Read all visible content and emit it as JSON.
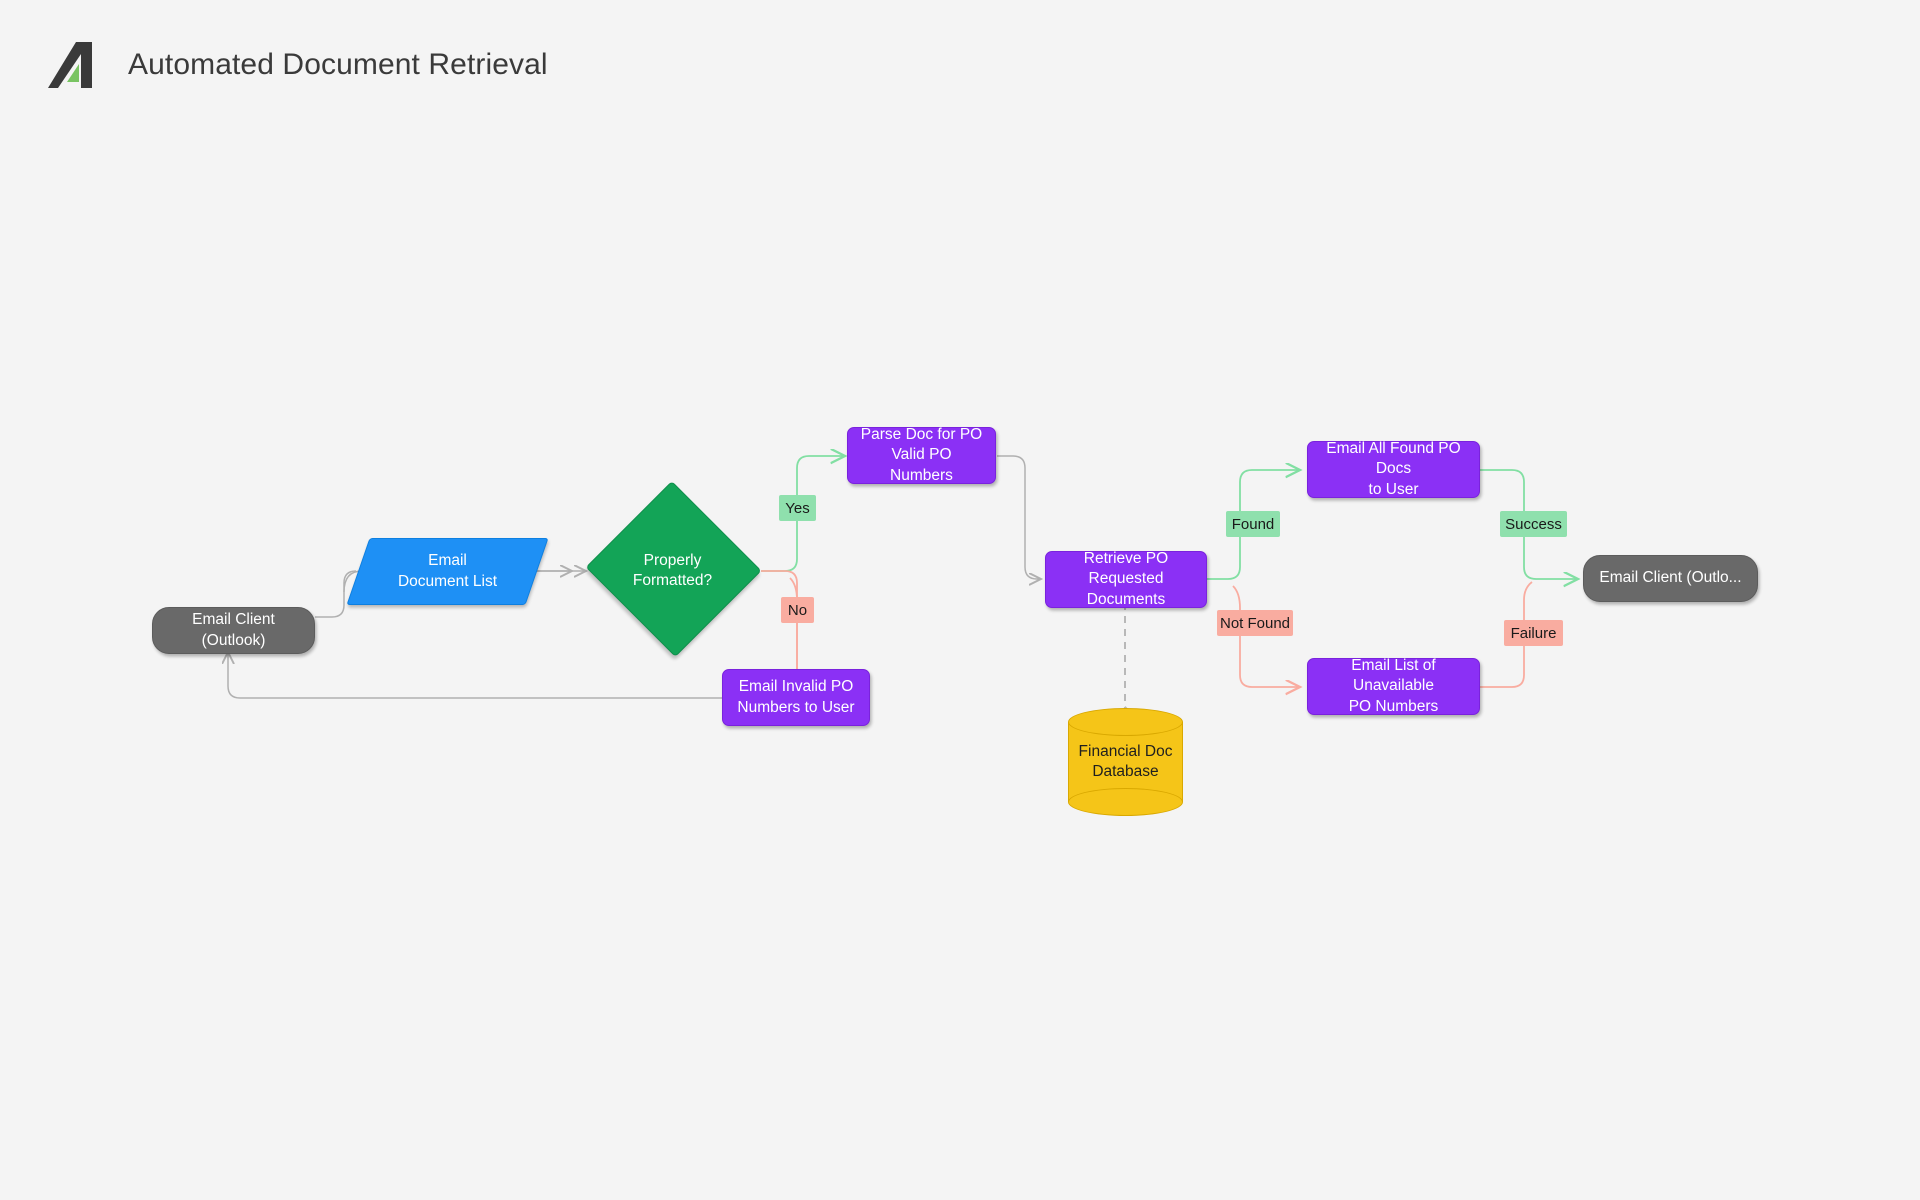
{
  "header": {
    "title": "Automated Document Retrieval",
    "logo_name": "arrowhead-logo",
    "logo_colors": {
      "dark": "#3a3a3a",
      "green": "#79c462"
    }
  },
  "palette": {
    "background": "#f4f4f4",
    "terminal": "#696969",
    "process": "#8b30f5",
    "io": "#1e90f5",
    "decision": "#13a457",
    "database": "#f5c518",
    "edge_default": "#b0b0b0",
    "edge_success": "#82dfa3",
    "edge_failure": "#f9aca0",
    "label_yes_bg": "#8fe0ad",
    "label_no_bg": "#f9aca0"
  },
  "diagram": {
    "type": "flowchart",
    "nodes": [
      {
        "id": "start-email-client",
        "label": "Email Client (Outlook)",
        "shape": "terminal"
      },
      {
        "id": "email-document-list",
        "label": "Email\nDocument List",
        "shape": "io"
      },
      {
        "id": "properly-formatted",
        "label": "Properly\nFormatted?",
        "shape": "decision"
      },
      {
        "id": "parse-doc-po",
        "label": "Parse Doc for PO\nValid PO Numbers",
        "shape": "process"
      },
      {
        "id": "email-invalid-po",
        "label": "Email Invalid PO\nNumbers to User",
        "shape": "process"
      },
      {
        "id": "retrieve-po-documents",
        "label": "Retrieve PO Requested\nDocuments",
        "shape": "process"
      },
      {
        "id": "financial-doc-database",
        "label": "Financial Doc\nDatabase",
        "shape": "database"
      },
      {
        "id": "email-found-po-docs",
        "label": "Email All Found PO Docs\nto User",
        "shape": "process"
      },
      {
        "id": "email-unavailable-po",
        "label": "Email List of Unavailable\nPO Numbers",
        "shape": "process"
      },
      {
        "id": "end-email-client",
        "label": "Email Client (Outlo...",
        "shape": "terminal"
      }
    ],
    "edge_labels": [
      {
        "id": "label-yes",
        "text": "Yes",
        "kind": "yes"
      },
      {
        "id": "label-no",
        "text": "No",
        "kind": "no"
      },
      {
        "id": "label-found",
        "text": "Found",
        "kind": "yes"
      },
      {
        "id": "label-not-found",
        "text": "Not Found",
        "kind": "no"
      },
      {
        "id": "label-success",
        "text": "Success",
        "kind": "yes"
      },
      {
        "id": "label-failure",
        "text": "Failure",
        "kind": "no"
      }
    ]
  }
}
